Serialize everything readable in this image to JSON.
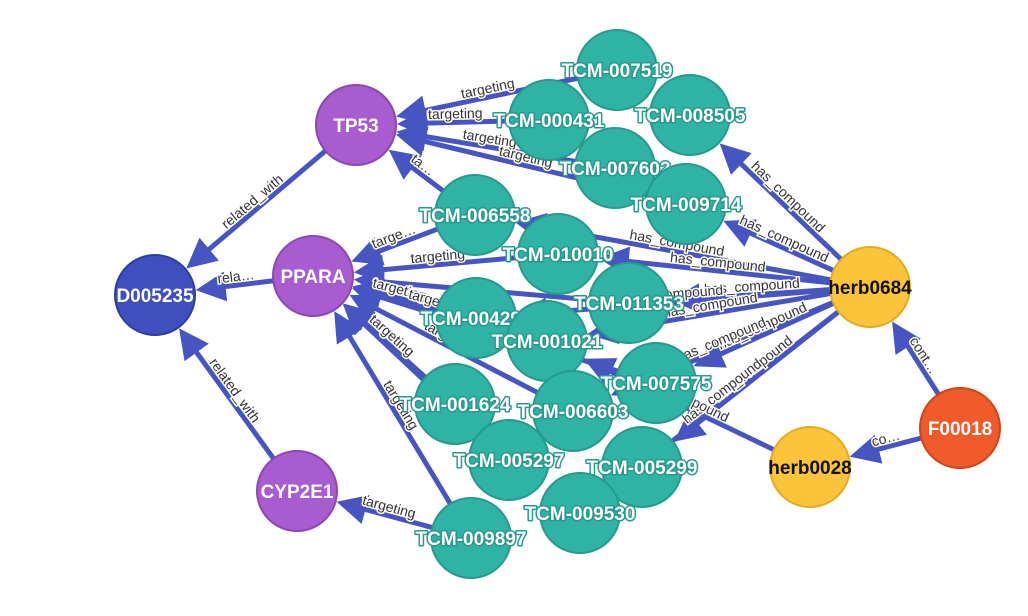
{
  "colors": {
    "edge": "#4755c2",
    "compound": "#2fb3a5",
    "gene": "#a95bd0",
    "disease": "#3f4fbf",
    "herb": "#fbc43b",
    "formula": "#ee5a2a"
  },
  "nodes": [
    {
      "id": "d005235",
      "label": "D005235",
      "type": "disease"
    },
    {
      "id": "tp53",
      "label": "TP53",
      "type": "gene"
    },
    {
      "id": "ppara",
      "label": "PPARA",
      "type": "gene"
    },
    {
      "id": "cyp2e1",
      "label": "CYP2E1",
      "type": "gene"
    },
    {
      "id": "herb0684",
      "label": "herb0684",
      "type": "herb"
    },
    {
      "id": "herb0028",
      "label": "herb0028",
      "type": "herb"
    },
    {
      "id": "f00018",
      "label": "F00018",
      "type": "formula"
    },
    {
      "id": "tcm007519",
      "label": "TCM-007519",
      "type": "compound"
    },
    {
      "id": "tcm008505",
      "label": "TCM-008505",
      "type": "compound"
    },
    {
      "id": "tcm000431",
      "label": "TCM-000431",
      "type": "compound"
    },
    {
      "id": "tcm007602",
      "label": "TCM-007602",
      "type": "compound"
    },
    {
      "id": "tcm009714",
      "label": "TCM-009714",
      "type": "compound"
    },
    {
      "id": "tcm006558",
      "label": "TCM-006558",
      "type": "compound"
    },
    {
      "id": "tcm010010",
      "label": "TCM-010010",
      "type": "compound"
    },
    {
      "id": "tcm011353",
      "label": "TCM-011353",
      "type": "compound"
    },
    {
      "id": "tcm004298",
      "label": "TCM-004298",
      "type": "compound"
    },
    {
      "id": "tcm001021",
      "label": "TCM-001021",
      "type": "compound"
    },
    {
      "id": "tcm007575",
      "label": "TCM-007575",
      "type": "compound"
    },
    {
      "id": "tcm001624",
      "label": "TCM-001624",
      "type": "compound"
    },
    {
      "id": "tcm006603",
      "label": "TCM-006603",
      "type": "compound"
    },
    {
      "id": "tcm005297",
      "label": "TCM-005297",
      "type": "compound"
    },
    {
      "id": "tcm005299",
      "label": "TCM-005299",
      "type": "compound"
    },
    {
      "id": "tcm009530",
      "label": "TCM-009530",
      "type": "compound"
    },
    {
      "id": "tcm009897",
      "label": "TCM-009897",
      "type": "compound"
    }
  ],
  "edges": [
    {
      "from": "tp53",
      "to": "d005235",
      "label": "related_with"
    },
    {
      "from": "ppara",
      "to": "d005235",
      "label": "rela…"
    },
    {
      "from": "cyp2e1",
      "to": "d005235",
      "label": "related_with"
    },
    {
      "from": "tcm000431",
      "to": "tp53",
      "label": "targeting"
    },
    {
      "from": "tcm007519",
      "to": "tp53",
      "label": "targeting"
    },
    {
      "from": "tcm007602",
      "to": "tp53",
      "label": "targeting"
    },
    {
      "from": "tcm009714",
      "to": "tp53",
      "label": "targeting"
    },
    {
      "from": "tcm006558",
      "to": "tp53",
      "label": "ta…"
    },
    {
      "from": "tcm006558",
      "to": "ppara",
      "label": "targe…"
    },
    {
      "from": "tcm010010",
      "to": "ppara",
      "label": "targeting"
    },
    {
      "from": "tcm011353",
      "to": "ppara",
      "label": ""
    },
    {
      "from": "tcm004298",
      "to": "ppara",
      "label": "targeting"
    },
    {
      "from": "tcm001021",
      "to": "ppara",
      "label": "targeting"
    },
    {
      "from": "tcm007575",
      "to": "ppara",
      "label": ""
    },
    {
      "from": "tcm001624",
      "to": "ppara",
      "label": "targeting"
    },
    {
      "from": "tcm006603",
      "to": "ppara",
      "label": "targeting"
    },
    {
      "from": "tcm005297",
      "to": "ppara",
      "label": ""
    },
    {
      "from": "tcm009897",
      "to": "ppara",
      "label": "targeting"
    },
    {
      "from": "tcm009897",
      "to": "cyp2e1",
      "label": "targeting"
    },
    {
      "from": "herb0684",
      "to": "tcm008505",
      "label": "has_compound"
    },
    {
      "from": "herb0684",
      "to": "tcm009714",
      "label": "has_compound"
    },
    {
      "from": "herb0684",
      "to": "tcm010010",
      "label": "has_compound"
    },
    {
      "from": "herb0684",
      "to": "tcm011353",
      "label": "has_compound"
    },
    {
      "from": "herb0684",
      "to": "tcm004298",
      "label": "has_compound"
    },
    {
      "from": "herb0684",
      "to": "tcm001021",
      "label": "has_compound"
    },
    {
      "from": "herb0684",
      "to": "tcm007575",
      "label": "has_compound"
    },
    {
      "from": "herb0684",
      "to": "tcm006603",
      "label": "has_compound"
    },
    {
      "from": "herb0684",
      "to": "tcm005299",
      "label": "has_compound"
    },
    {
      "from": "herb0684",
      "to": "tcm009530",
      "label": "has_compound"
    },
    {
      "from": "herb0684",
      "to": "tcm006558",
      "label": "has_compound"
    },
    {
      "from": "herb0028",
      "to": "tcm001021",
      "label": "has_compound"
    },
    {
      "from": "f00018",
      "to": "herb0684",
      "label": "cont…"
    },
    {
      "from": "f00018",
      "to": "herb0028",
      "label": "co…"
    }
  ]
}
